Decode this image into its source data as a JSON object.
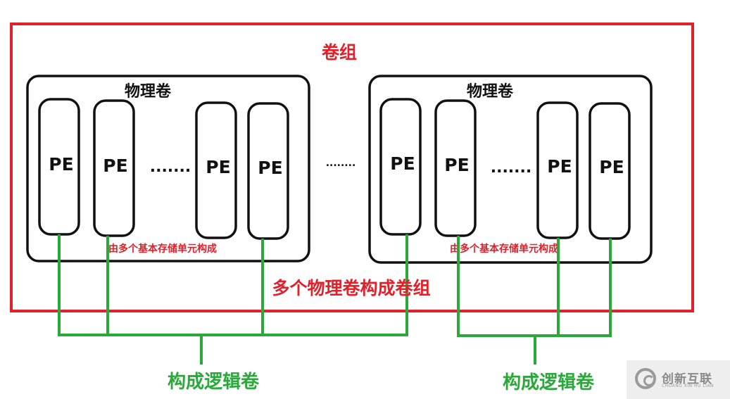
{
  "volume_group": {
    "title": "卷组",
    "caption": "多个物理卷构成卷组"
  },
  "physical_volumes": [
    {
      "title": "物理卷",
      "note": "由多个基本存储单元构成",
      "pe_labels": [
        "PE",
        "PE",
        "PE",
        "PE"
      ],
      "ellipsis": "......."
    },
    {
      "title": "物理卷",
      "note": "由多个基本存储单元构成",
      "pe_labels": [
        "PE",
        "PE",
        "PE",
        "PE"
      ],
      "ellipsis": "......."
    }
  ],
  "between_ellipsis": "........",
  "logical_volumes": [
    {
      "label": "构成逻辑卷"
    },
    {
      "label": "构成逻辑卷"
    }
  ],
  "watermark": {
    "text": "创新互联",
    "sub": "CHUANG XIN HU LIAN"
  },
  "colors": {
    "group_border": "#e0202a",
    "link": "#2aa83a",
    "box": "#111111"
  }
}
